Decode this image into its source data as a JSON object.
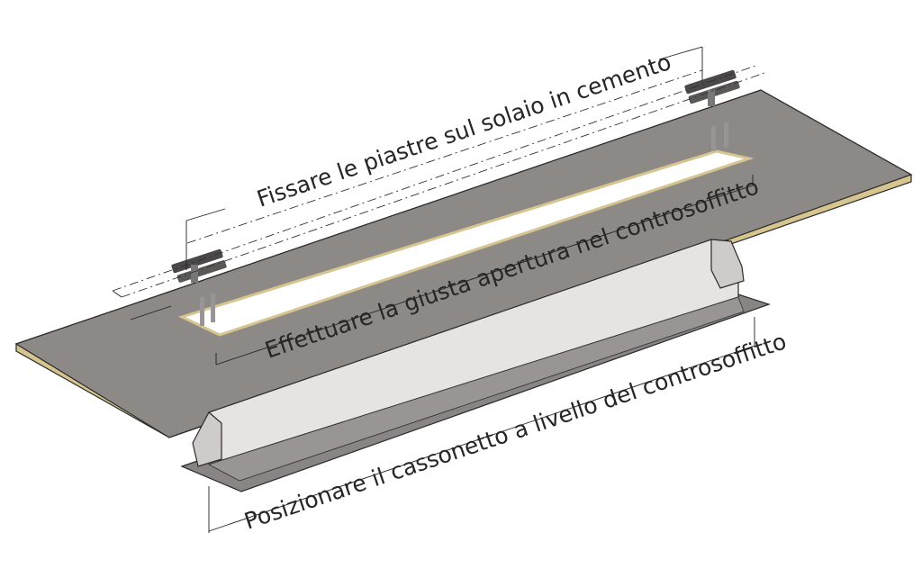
{
  "diagram": {
    "steps": [
      {
        "label": "Fissare le piastre sul solaio in cemento"
      },
      {
        "label": "Effettuare la giusta apertura nel controsoffitto"
      },
      {
        "label": "Posizionare il cassonetto a livello del controsoffitto"
      }
    ]
  },
  "colors": {
    "board_top": "#8d8986",
    "board_edge": "#d7c58f",
    "housing_light": "#e6e3e3",
    "housing_mid": "#9a9595",
    "housing_dark": "#5f5b5b",
    "bracket": "#4a4848"
  }
}
